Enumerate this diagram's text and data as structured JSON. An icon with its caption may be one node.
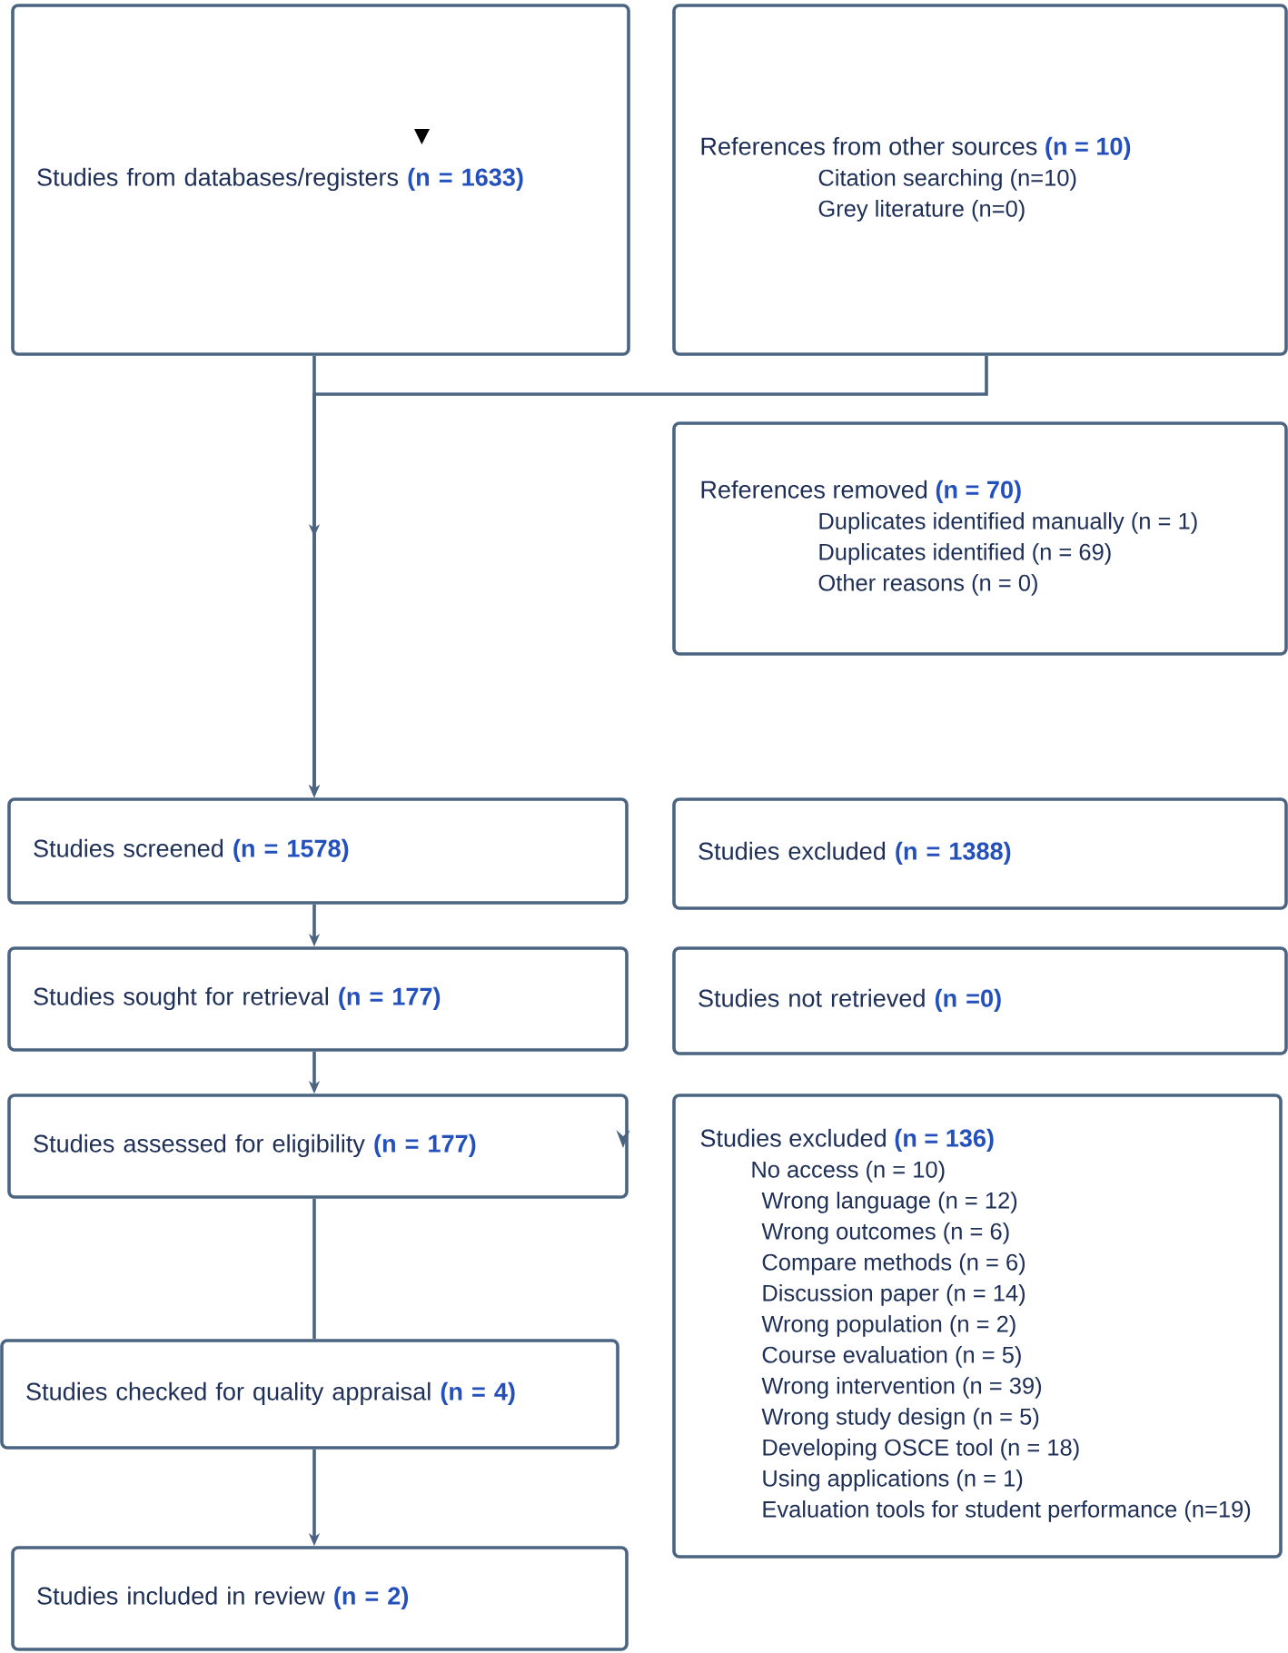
{
  "diagram": {
    "nodes": [
      {
        "text": [
          "Studies from databases/registers **(n = 1633)**"
        ]
      },
      {
        "text": [
          "References from other sources **(n = 10)**",
          "Citation searching (n=10)",
          "Grey literature (n=0)"
        ]
      },
      {
        "text": [
          "References removed **(n = 70)**",
          "Duplicates identified manually (n = 1)",
          "Duplicates identified (n = 69)",
          "Other reasons (n = 0)"
        ]
      },
      {
        "text": [
          "Studies screened **(n = 1578)**"
        ]
      },
      {
        "text": [
          "Studies excluded **(n = 1388)**"
        ]
      },
      {
        "text": [
          "Studies sought for retrieval **(n = 177)**"
        ]
      },
      {
        "text": [
          "Studies not retrieved **(n =0)**"
        ]
      },
      {
        "text": [
          "Studies assessed for eligibility **(n = 177)**"
        ]
      },
      {
        "text": [
          "Studies excluded **(n = 136)**",
          "No access (n = 10)",
          "Wrong language (n = 12)",
          "Wrong outcomes (n = 6)",
          "Compare methods (n = 6)",
          "Discussion paper (n = 14)",
          "Wrong population (n = 2)",
          "Course evaluation (n = 5)",
          "Wrong intervention (n = 39)",
          "Wrong study design (n = 5)",
          "Developing OSCE tool (n = 18)",
          "Using applications (n = 1)",
          "Evaluation tools for student performance (n=19)"
        ]
      },
      {
        "text": [
          "Studies checked for quality appraisal **(n = 4)**"
        ]
      },
      {
        "text": [
          "Studies included in review **(n = 2)**"
        ]
      }
    ],
    "edges": [
      {
        "from": 0,
        "to": 3,
        "arrow": "to"
      },
      {
        "from": 1,
        "to": 3,
        "arrow": "to"
      },
      {
        "from": 3,
        "to": 5,
        "arrow": "to"
      },
      {
        "from": 5,
        "to": 7,
        "arrow": "to"
      },
      {
        "from": 7,
        "to": 9,
        "arrow": "none"
      },
      {
        "from": 9,
        "to": 10,
        "arrow": "to"
      }
    ]
  }
}
